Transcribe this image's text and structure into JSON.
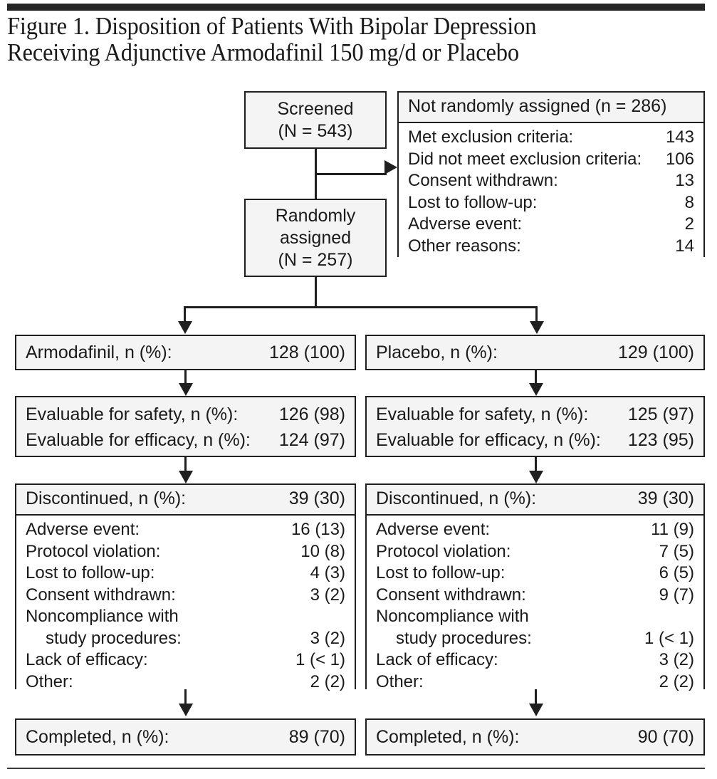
{
  "figure": {
    "title_line1": "Figure 1. Disposition of Patients With Bipolar Depression",
    "title_line2": "Receiving Adjunctive Armodafinil 150 mg/d or Placebo"
  },
  "screened": {
    "line1": "Screened",
    "line2": "(N = 543)"
  },
  "randomized": {
    "line1": "Randomly",
    "line2": "assigned",
    "line3": "(N = 257)"
  },
  "not_randomized": {
    "header": "Not randomly assigned (n = 286)",
    "rows": [
      {
        "label": "Met exclusion criteria:",
        "value": "143"
      },
      {
        "label": "Did not meet exclusion criteria:",
        "value": "106"
      },
      {
        "label": "Consent withdrawn:",
        "value": "13"
      },
      {
        "label": "Lost to follow-up:",
        "value": "8"
      },
      {
        "label": "Adverse event:",
        "value": "2"
      },
      {
        "label": "Other reasons:",
        "value": "14"
      }
    ]
  },
  "arms": {
    "armodafinil": {
      "assigned": {
        "label": "Armodafinil, n (%):",
        "value": "128 (100)"
      },
      "evaluable": [
        {
          "label": "Evaluable for safety, n (%):",
          "value": "126 (98)"
        },
        {
          "label": "Evaluable for efficacy, n (%):",
          "value": "124 (97)"
        }
      ],
      "discontinued_header": {
        "label": "Discontinued, n (%):",
        "value": "39 (30)"
      },
      "discontinued_rows": [
        {
          "label": "Adverse event:",
          "value": "16 (13)",
          "indent": false
        },
        {
          "label": "Protocol violation:",
          "value": "10 (8)",
          "indent": false
        },
        {
          "label": "Lost to follow-up:",
          "value": "4 (3)",
          "indent": false
        },
        {
          "label": "Consent withdrawn:",
          "value": "3 (2)",
          "indent": false
        },
        {
          "label": "Noncompliance with",
          "value": "",
          "indent": false
        },
        {
          "label": "study procedures:",
          "value": "3 (2)",
          "indent": true
        },
        {
          "label": "Lack of efficacy:",
          "value": "1 (< 1)",
          "indent": false
        },
        {
          "label": "Other:",
          "value": "2 (2)",
          "indent": false
        }
      ],
      "completed": {
        "label": "Completed, n (%):",
        "value": "89 (70)"
      }
    },
    "placebo": {
      "assigned": {
        "label": "Placebo, n (%):",
        "value": "129 (100)"
      },
      "evaluable": [
        {
          "label": "Evaluable for safety, n (%):",
          "value": "125 (97)"
        },
        {
          "label": "Evaluable for efficacy, n (%):",
          "value": "123 (95)"
        }
      ],
      "discontinued_header": {
        "label": "Discontinued, n (%):",
        "value": "39 (30)"
      },
      "discontinued_rows": [
        {
          "label": "Adverse event:",
          "value": "11 (9)",
          "indent": false
        },
        {
          "label": "Protocol violation:",
          "value": "7 (5)",
          "indent": false
        },
        {
          "label": "Lost to follow-up:",
          "value": "6 (5)",
          "indent": false
        },
        {
          "label": "Consent withdrawn:",
          "value": "9 (7)",
          "indent": false
        },
        {
          "label": "Noncompliance with",
          "value": "",
          "indent": false
        },
        {
          "label": "study procedures:",
          "value": "1 (< 1)",
          "indent": true
        },
        {
          "label": "Lack of efficacy:",
          "value": "3 (2)",
          "indent": false
        },
        {
          "label": "Other:",
          "value": "2 (2)",
          "indent": false
        }
      ],
      "completed": {
        "label": "Completed, n (%):",
        "value": "90 (70)"
      }
    }
  },
  "colors": {
    "rule": "#262626",
    "border": "#1f1f1f",
    "box_fill": "#f4f4f4",
    "body_fill": "#ffffff",
    "text": "#1a1a1a"
  }
}
